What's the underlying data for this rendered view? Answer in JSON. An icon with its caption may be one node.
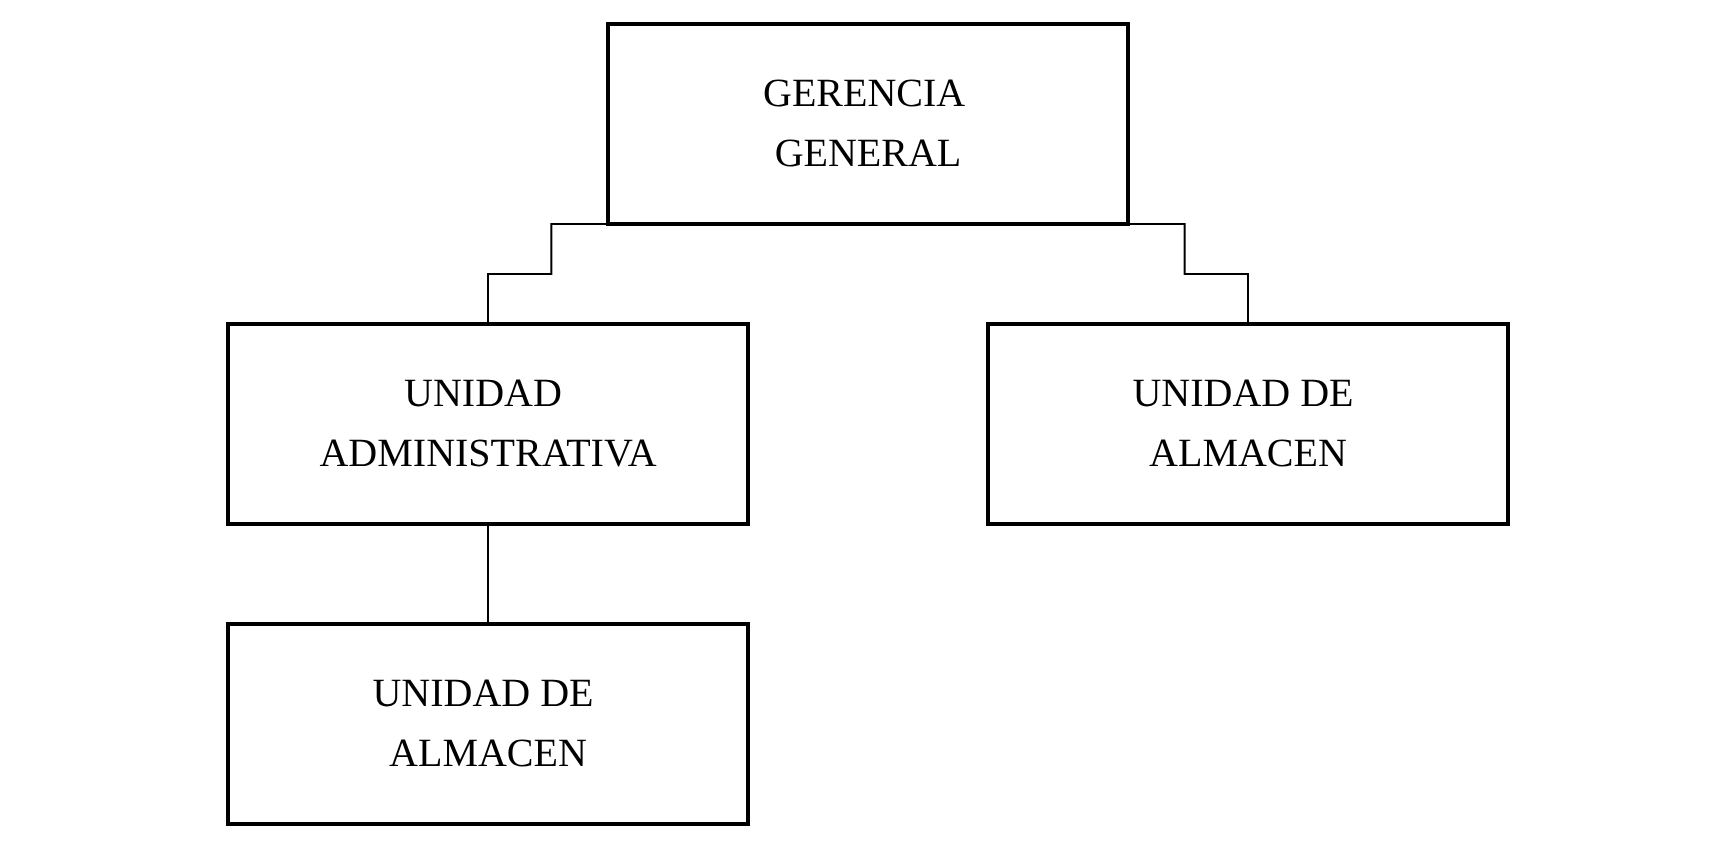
{
  "diagram": {
    "nodes": [
      {
        "text": [
          "GERENCIA GENERAL"
        ]
      },
      {
        "text": [
          "UNIDAD ADMINISTRATIVA"
        ]
      },
      {
        "text": [
          "UNIDAD DE ALMACEN"
        ]
      },
      {
        "text": [
          "UNIDAD DE ALMACEN"
        ]
      }
    ],
    "edges": [
      {
        "from": 0,
        "to": 1,
        "arrow": "none"
      },
      {
        "from": 0,
        "to": 2,
        "arrow": "none"
      },
      {
        "from": 1,
        "to": 3,
        "arrow": "none"
      }
    ]
  }
}
